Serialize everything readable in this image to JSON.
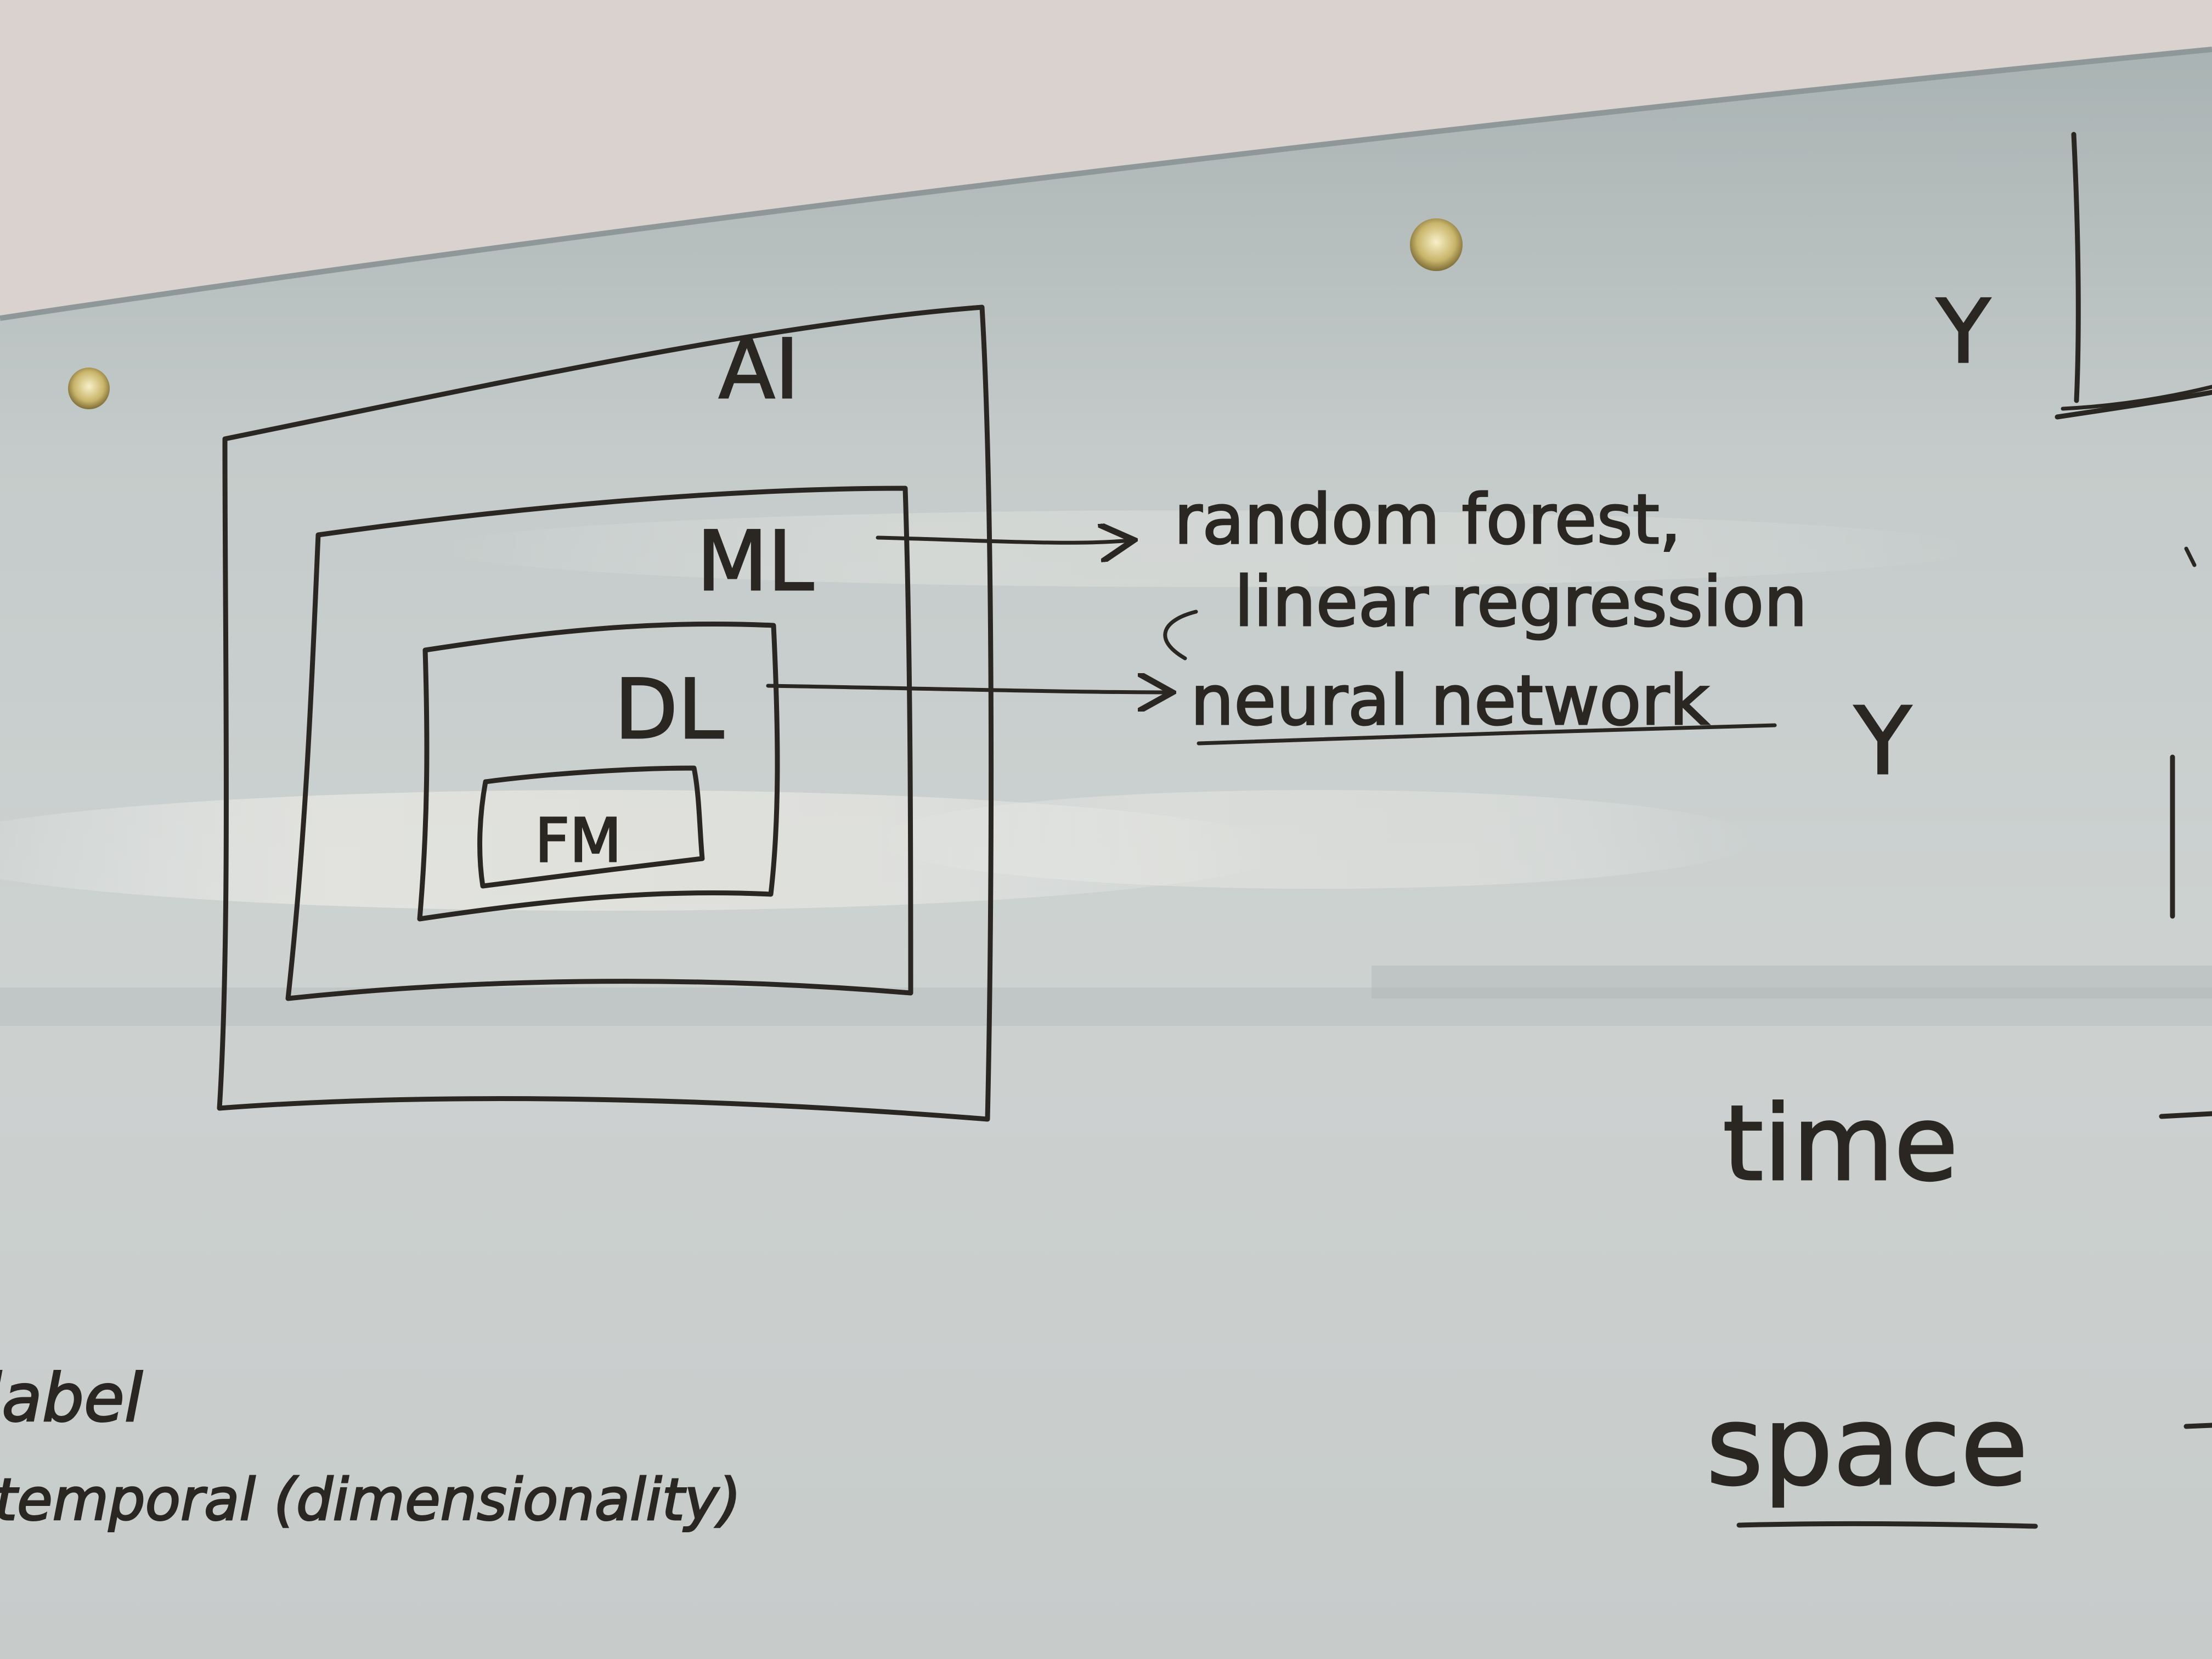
{
  "whiteboard": {
    "nested_boxes": {
      "outer": "AI",
      "second": "ML",
      "third": "DL",
      "inner": "FM"
    },
    "examples": {
      "ml_examples_line1": "random forest,",
      "ml_examples_line2": "linear regression",
      "dl_example": "neural network"
    },
    "right_side": {
      "y_top": "Y",
      "y_middle": "Y",
      "time_label": "time",
      "space_label": "space"
    },
    "bottom_left": {
      "line1": "label",
      "line2": "temporal (dimensionality)"
    }
  }
}
